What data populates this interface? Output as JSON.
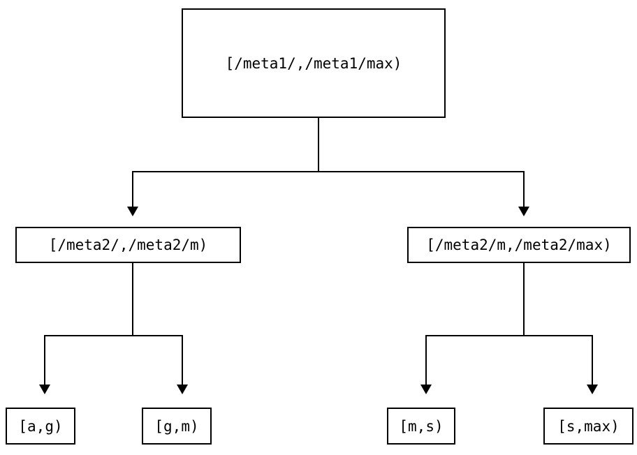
{
  "diagram": {
    "type": "tree",
    "background_color": "#ffffff",
    "line_color": "#000000",
    "nodes": [
      {
        "id": "root",
        "level": 0,
        "label": "[/meta1/,/meta1/max)"
      },
      {
        "id": "left-mid",
        "level": 1,
        "label": "[/meta2/,/meta2/m)"
      },
      {
        "id": "right-mid",
        "level": 1,
        "label": "[/meta2/m,/meta2/max)"
      },
      {
        "id": "leaf-ag",
        "level": 2,
        "label": "[a,g)"
      },
      {
        "id": "leaf-gm",
        "level": 2,
        "label": "[g,m)"
      },
      {
        "id": "leaf-ms",
        "level": 2,
        "label": "[m,s)"
      },
      {
        "id": "leaf-smax",
        "level": 2,
        "label": "[s,max)"
      }
    ],
    "edges": [
      {
        "from": "root",
        "to": "left-mid"
      },
      {
        "from": "root",
        "to": "right-mid"
      },
      {
        "from": "left-mid",
        "to": "leaf-ag"
      },
      {
        "from": "left-mid",
        "to": "leaf-gm"
      },
      {
        "from": "right-mid",
        "to": "leaf-ms"
      },
      {
        "from": "right-mid",
        "to": "leaf-smax"
      }
    ]
  }
}
